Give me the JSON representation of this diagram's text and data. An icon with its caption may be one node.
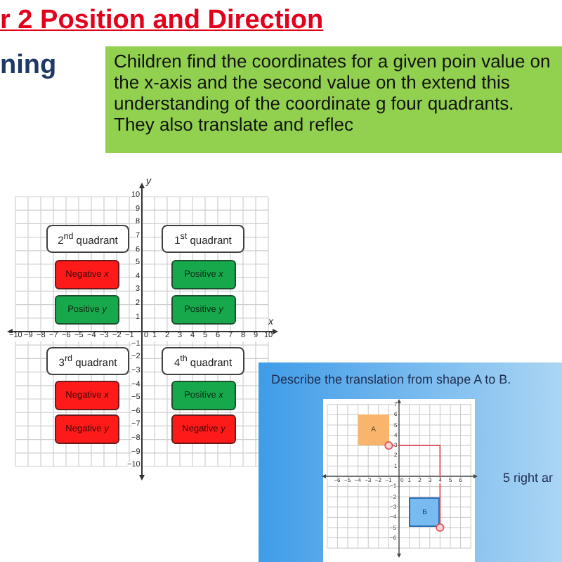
{
  "diagram": {
    "title": "r 2 Position and Direction",
    "nodes": [
      {
        "text": [
          "Children find the coordinates for a given poin value on the x-axis and the second value on th extend this understanding of the coordinate g four quadrants. They also translate and reflec"
        ]
      },
      {
        "text": [
          "2$^{nd}$ quadrant"
        ]
      },
      {
        "text": [
          "1$^{st}$ quadrant"
        ]
      },
      {
        "text": [
          "Negative *x*"
        ]
      },
      {
        "text": [
          "Positive *x*"
        ]
      },
      {
        "text": [
          "Positive *y*"
        ]
      },
      {
        "text": [
          "Positive *y*"
        ]
      },
      {
        "text": [
          "3$^{rd}$ quadrant"
        ]
      },
      {
        "text": [
          "4$^{th}$ quadrant"
        ]
      },
      {
        "text": [
          "Negative *x*"
        ]
      },
      {
        "text": [
          "Positive *x*"
        ]
      },
      {
        "text": [
          "Negative *y*"
        ]
      },
      {
        "text": [
          "Negative *y*"
        ]
      },
      {
        "text": [
          "Describe the translation from shape A to B.",
          "5 right ar"
        ]
      },
      {
        "text": [
          "A"
        ],
        "in": 13
      },
      {
        "text": [
          "B"
        ],
        "in": 13
      }
    ],
    "edges": [
      {
        "from": 14,
        "to": 15,
        "arrow": "other",
        "color": "#e0505a"
      }
    ],
    "labels": [
      "ning",
      "y",
      "10",
      "9",
      "8",
      "7",
      "6",
      "5",
      "4",
      "3",
      "2",
      "1",
      "x",
      "−10",
      "−9",
      "−8",
      "−7",
      "−6",
      "−5",
      "−4",
      "−3",
      "−2",
      "−1",
      "0",
      "1",
      "2",
      "3",
      "4",
      "5",
      "6",
      "7",
      "8",
      "9",
      "10",
      "−1",
      "−2",
      "−3",
      "−4",
      "−5",
      "−6",
      "−7",
      "−8",
      "−9",
      "−10",
      "7",
      "6",
      "5",
      "4",
      "3",
      "2",
      "1",
      "−6",
      "−5",
      "−4",
      "−3",
      "−2",
      "−1",
      "0",
      "1",
      "2",
      "3",
      "4",
      "5",
      "6",
      "−1",
      "−2",
      "−3",
      "−4",
      "−5",
      "−6"
    ]
  }
}
